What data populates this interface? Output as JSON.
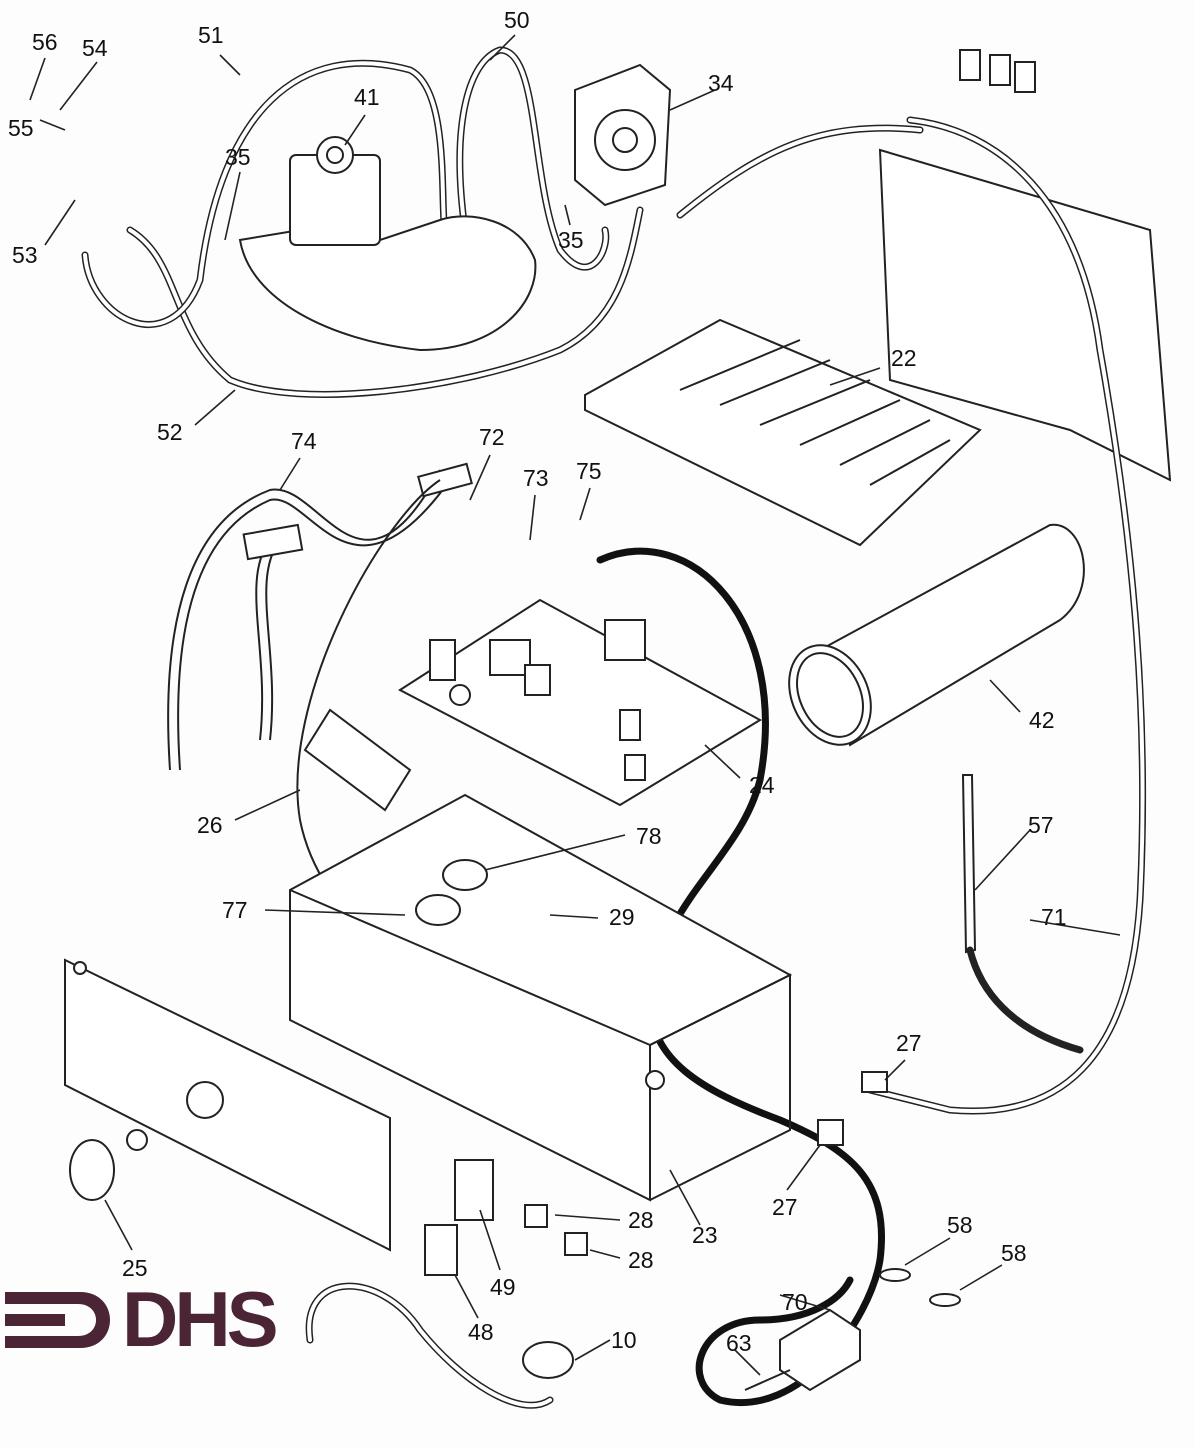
{
  "diagram": {
    "type": "exploded parts diagram",
    "logo": "DHS",
    "logo_color": "#4b2535",
    "part_labels": {
      "p56": "56",
      "p54": "54",
      "p55": "55",
      "p53": "53",
      "p51": "51",
      "p50": "50",
      "p41": "41",
      "p35a": "35",
      "p35b": "35",
      "p34": "34",
      "p22": "22",
      "p52": "52",
      "p74": "74",
      "p72": "72",
      "p73": "73",
      "p75": "75",
      "p42": "42",
      "p24": "24",
      "p26": "26",
      "p78": "78",
      "p57": "57",
      "p77": "77",
      "p29": "29",
      "p71": "71",
      "p27a": "27",
      "p27b": "27",
      "p23": "23",
      "p28a": "28",
      "p28b": "28",
      "p58a": "58",
      "p58b": "58",
      "p25": "25",
      "p49": "49",
      "p48": "48",
      "p10": "10",
      "p70": "70",
      "p63": "63"
    }
  }
}
